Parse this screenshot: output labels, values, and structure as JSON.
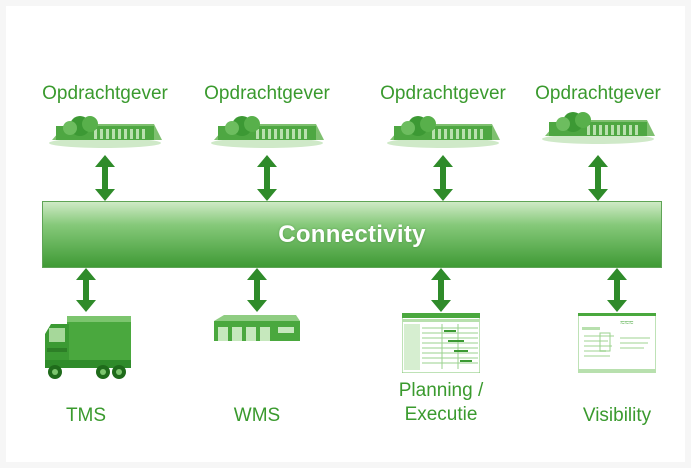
{
  "colors": {
    "accent": "#3a9a2e",
    "bar_dark": "#3f9a35",
    "bar_light": "#cfeac6",
    "arrow": "#2f8b2a"
  },
  "clients": [
    {
      "label": "Opdrachtgever",
      "icon": "office-building-icon"
    },
    {
      "label": "Opdrachtgever",
      "icon": "office-building-icon"
    },
    {
      "label": "Opdrachtgever",
      "icon": "office-building-icon"
    },
    {
      "label": "Opdrachtgever",
      "icon": "office-building-icon"
    }
  ],
  "hub": {
    "label": "Connectivity"
  },
  "systems": [
    {
      "label": "TMS",
      "icon": "truck-icon"
    },
    {
      "label": "WMS",
      "icon": "warehouse-icon"
    },
    {
      "label": "Planning / Executie",
      "icon": "planning-screen-icon"
    },
    {
      "label": "Visibility",
      "icon": "web-page-icon"
    }
  ]
}
